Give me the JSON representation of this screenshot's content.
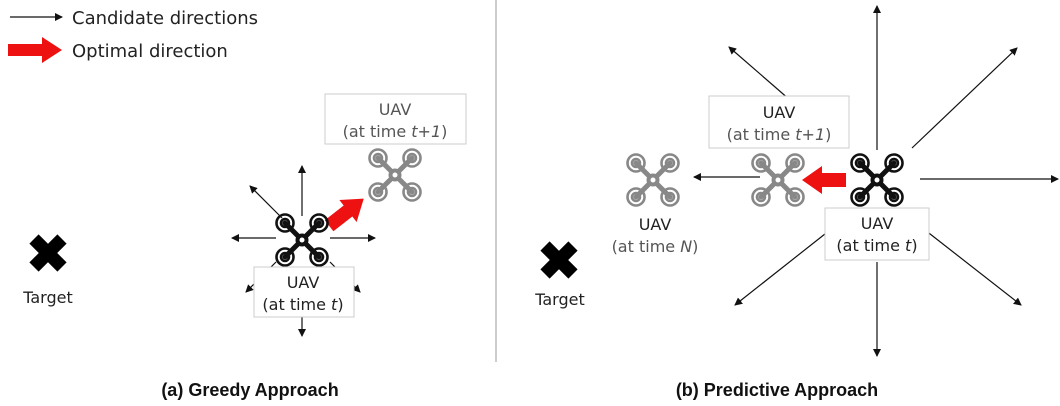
{
  "legend": {
    "candidate": "Candidate directions",
    "optimal": "Optimal direction"
  },
  "colors": {
    "optimal_arrow": "#ee1111",
    "uav_current": "#111111",
    "uav_future": "#888888",
    "divider": "#bbbbbb",
    "label_box_border": "#cccccc"
  },
  "panel_a": {
    "caption": "(a) Greedy Approach",
    "target_label": "Target",
    "uav_current_label": {
      "line1": "UAV",
      "prefix": "(at time ",
      "var": "t",
      "suffix": ")"
    },
    "uav_next_label": {
      "line1": "UAV",
      "prefix": "(at time ",
      "var": "t+1",
      "suffix": ")"
    }
  },
  "panel_b": {
    "caption": "(b) Predictive Approach",
    "target_label": "Target",
    "uav_current_label": {
      "line1": "UAV",
      "prefix": "(at time ",
      "var": "t",
      "suffix": ")"
    },
    "uav_next_label": {
      "line1": "UAV",
      "prefix": "(at time ",
      "var": "t+1",
      "suffix": ")"
    },
    "uav_far_label": {
      "line1": "UAV",
      "prefix": "(at time ",
      "var": "N",
      "suffix": ")"
    }
  }
}
